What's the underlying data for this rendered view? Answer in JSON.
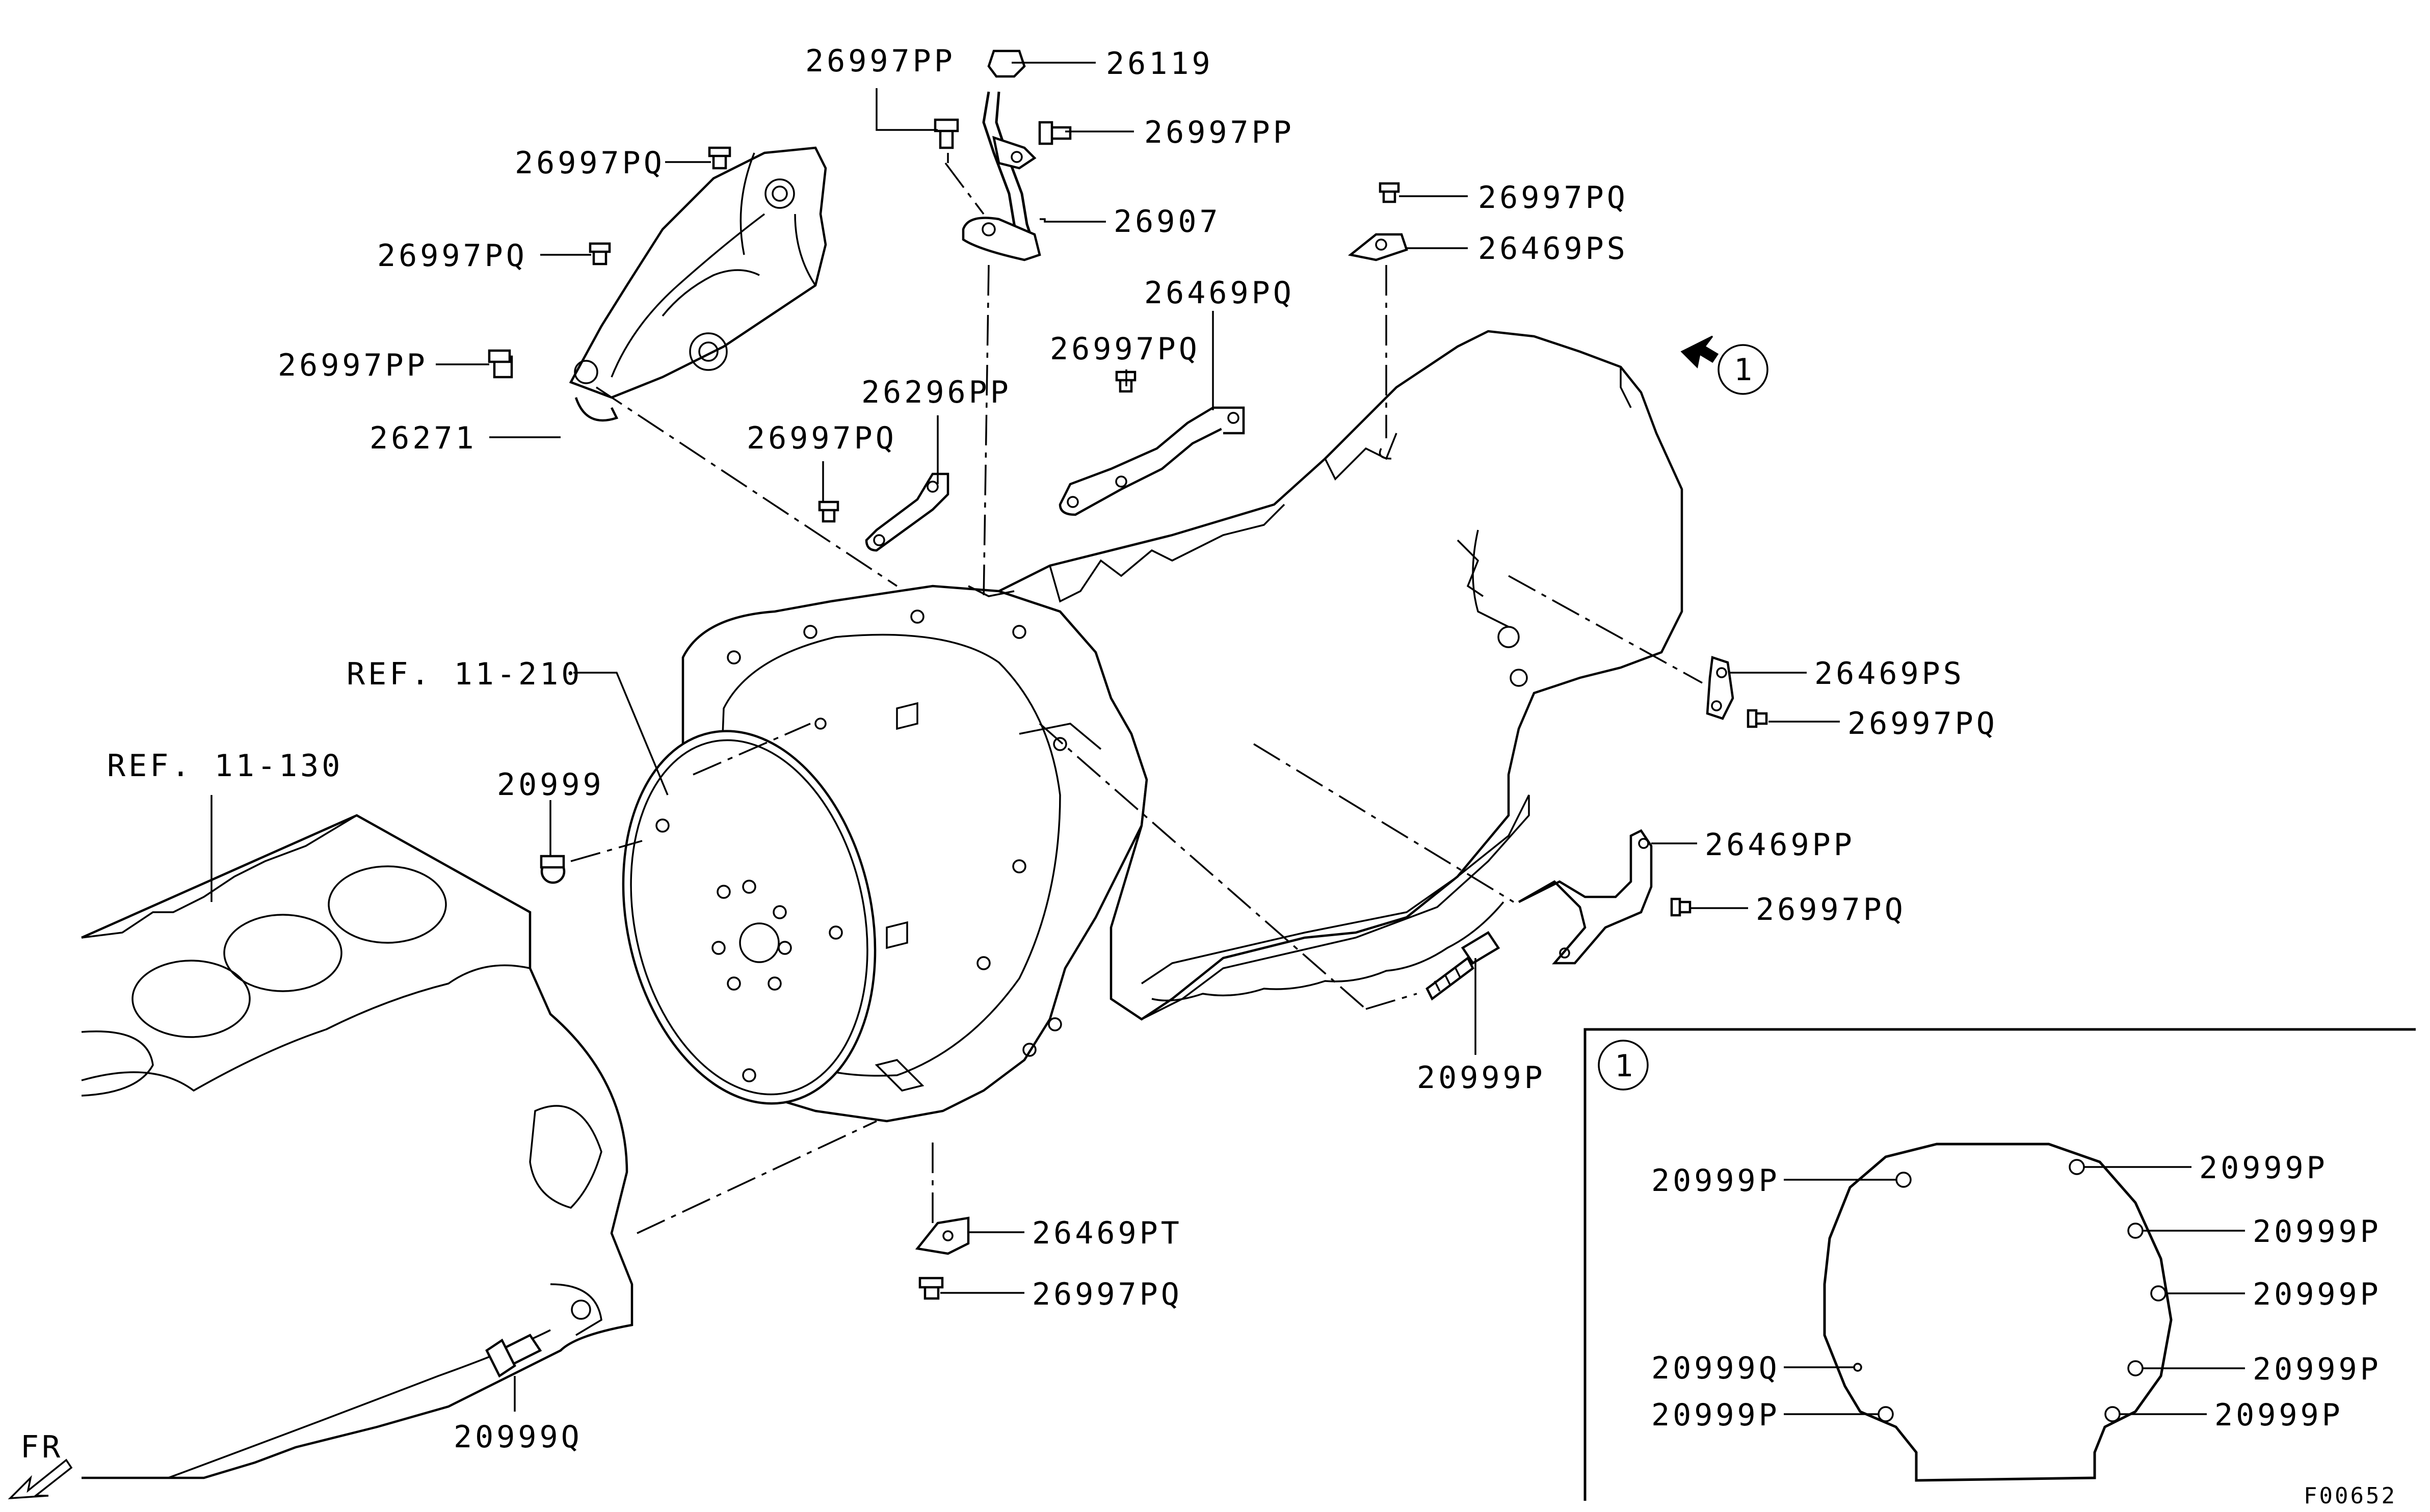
{
  "diagram": {
    "code": "F00652",
    "front_label": "FR",
    "detail_marker": "1",
    "callouts": {
      "p26997PP_top": "26997PP",
      "p26119": "26119",
      "p26997PP_mid": "26997PP",
      "p26907": "26907",
      "p26997PQ_a": "26997PQ",
      "p26997PQ_b": "26997PQ",
      "p26997PP_left": "26997PP",
      "p26271": "26271",
      "p26296PP": "26296PP",
      "p26997PQ_c": "26997PQ",
      "p26997PQ_d": "26997PQ",
      "p26469PQ": "26469PQ",
      "p26997PQ_e": "26997PQ",
      "p26469PS_top": "26469PS",
      "p26469PS_right": "26469PS",
      "p26997PQ_f": "26997PQ",
      "p26469PP": "26469PP",
      "p26997PQ_g": "26997PQ",
      "p20999P_bolt": "20999P",
      "ref_11_210": "REF. 11-210",
      "ref_11_130": "REF. 11-130",
      "p20999_small": "20999",
      "p26469PT": "26469PT",
      "p26997PQ_h": "26997PQ",
      "p20999Q_bottom": "20999Q"
    },
    "detail_labels": {
      "tl": "20999P",
      "tr": "20999P",
      "r1": "20999P",
      "r2": "20999P",
      "lq": "20999Q",
      "r3": "20999P",
      "bl": "20999P",
      "br": "20999P"
    }
  }
}
